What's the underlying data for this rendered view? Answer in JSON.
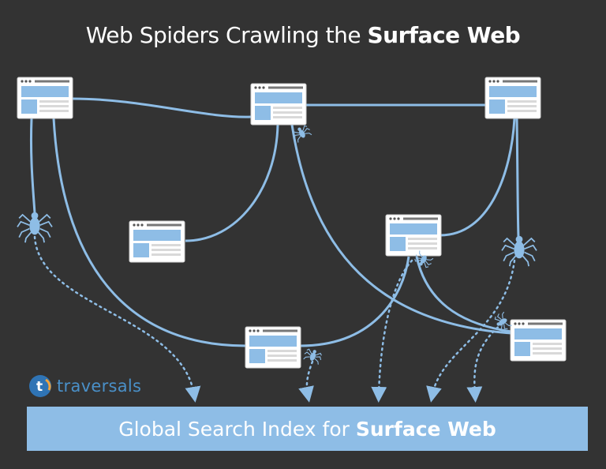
{
  "title": {
    "prefix": "Web Spiders Crawling the ",
    "bold": "Surface Web"
  },
  "index": {
    "prefix": "Global Search Index for ",
    "bold": "Surface Web"
  },
  "brand": {
    "name": "traversals",
    "logo_letter": "t"
  },
  "colors": {
    "background": "#333333",
    "link": "#8ebde6",
    "page_frame": "#ffffff",
    "page_block": "#8ebde6",
    "page_line": "#d9d9d9",
    "brand": "#2f74b5"
  },
  "icons": [
    "web-page-icon",
    "spider-icon",
    "traversals-logo-icon"
  ]
}
